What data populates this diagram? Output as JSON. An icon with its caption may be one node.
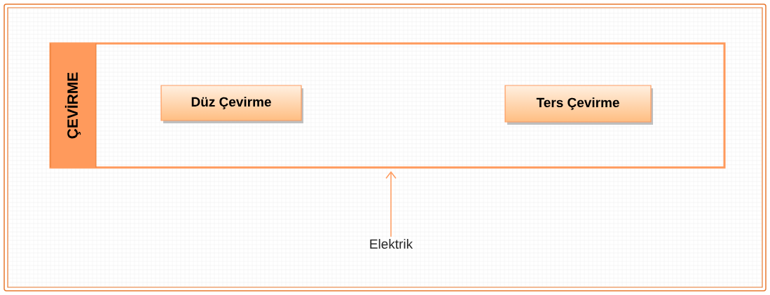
{
  "diagram": {
    "nodes": [
      {
        "text": [
          "ÇEVİRME"
        ]
      },
      {
        "text": [
          "Düz Çevirme"
        ],
        "in": 0
      },
      {
        "text": [
          "Ters Çevirme"
        ],
        "in": 0
      },
      {
        "text": [
          "Elektrik"
        ]
      }
    ],
    "edges": [
      {
        "from": 3,
        "to": 0,
        "arrow": "to"
      }
    ]
  }
}
